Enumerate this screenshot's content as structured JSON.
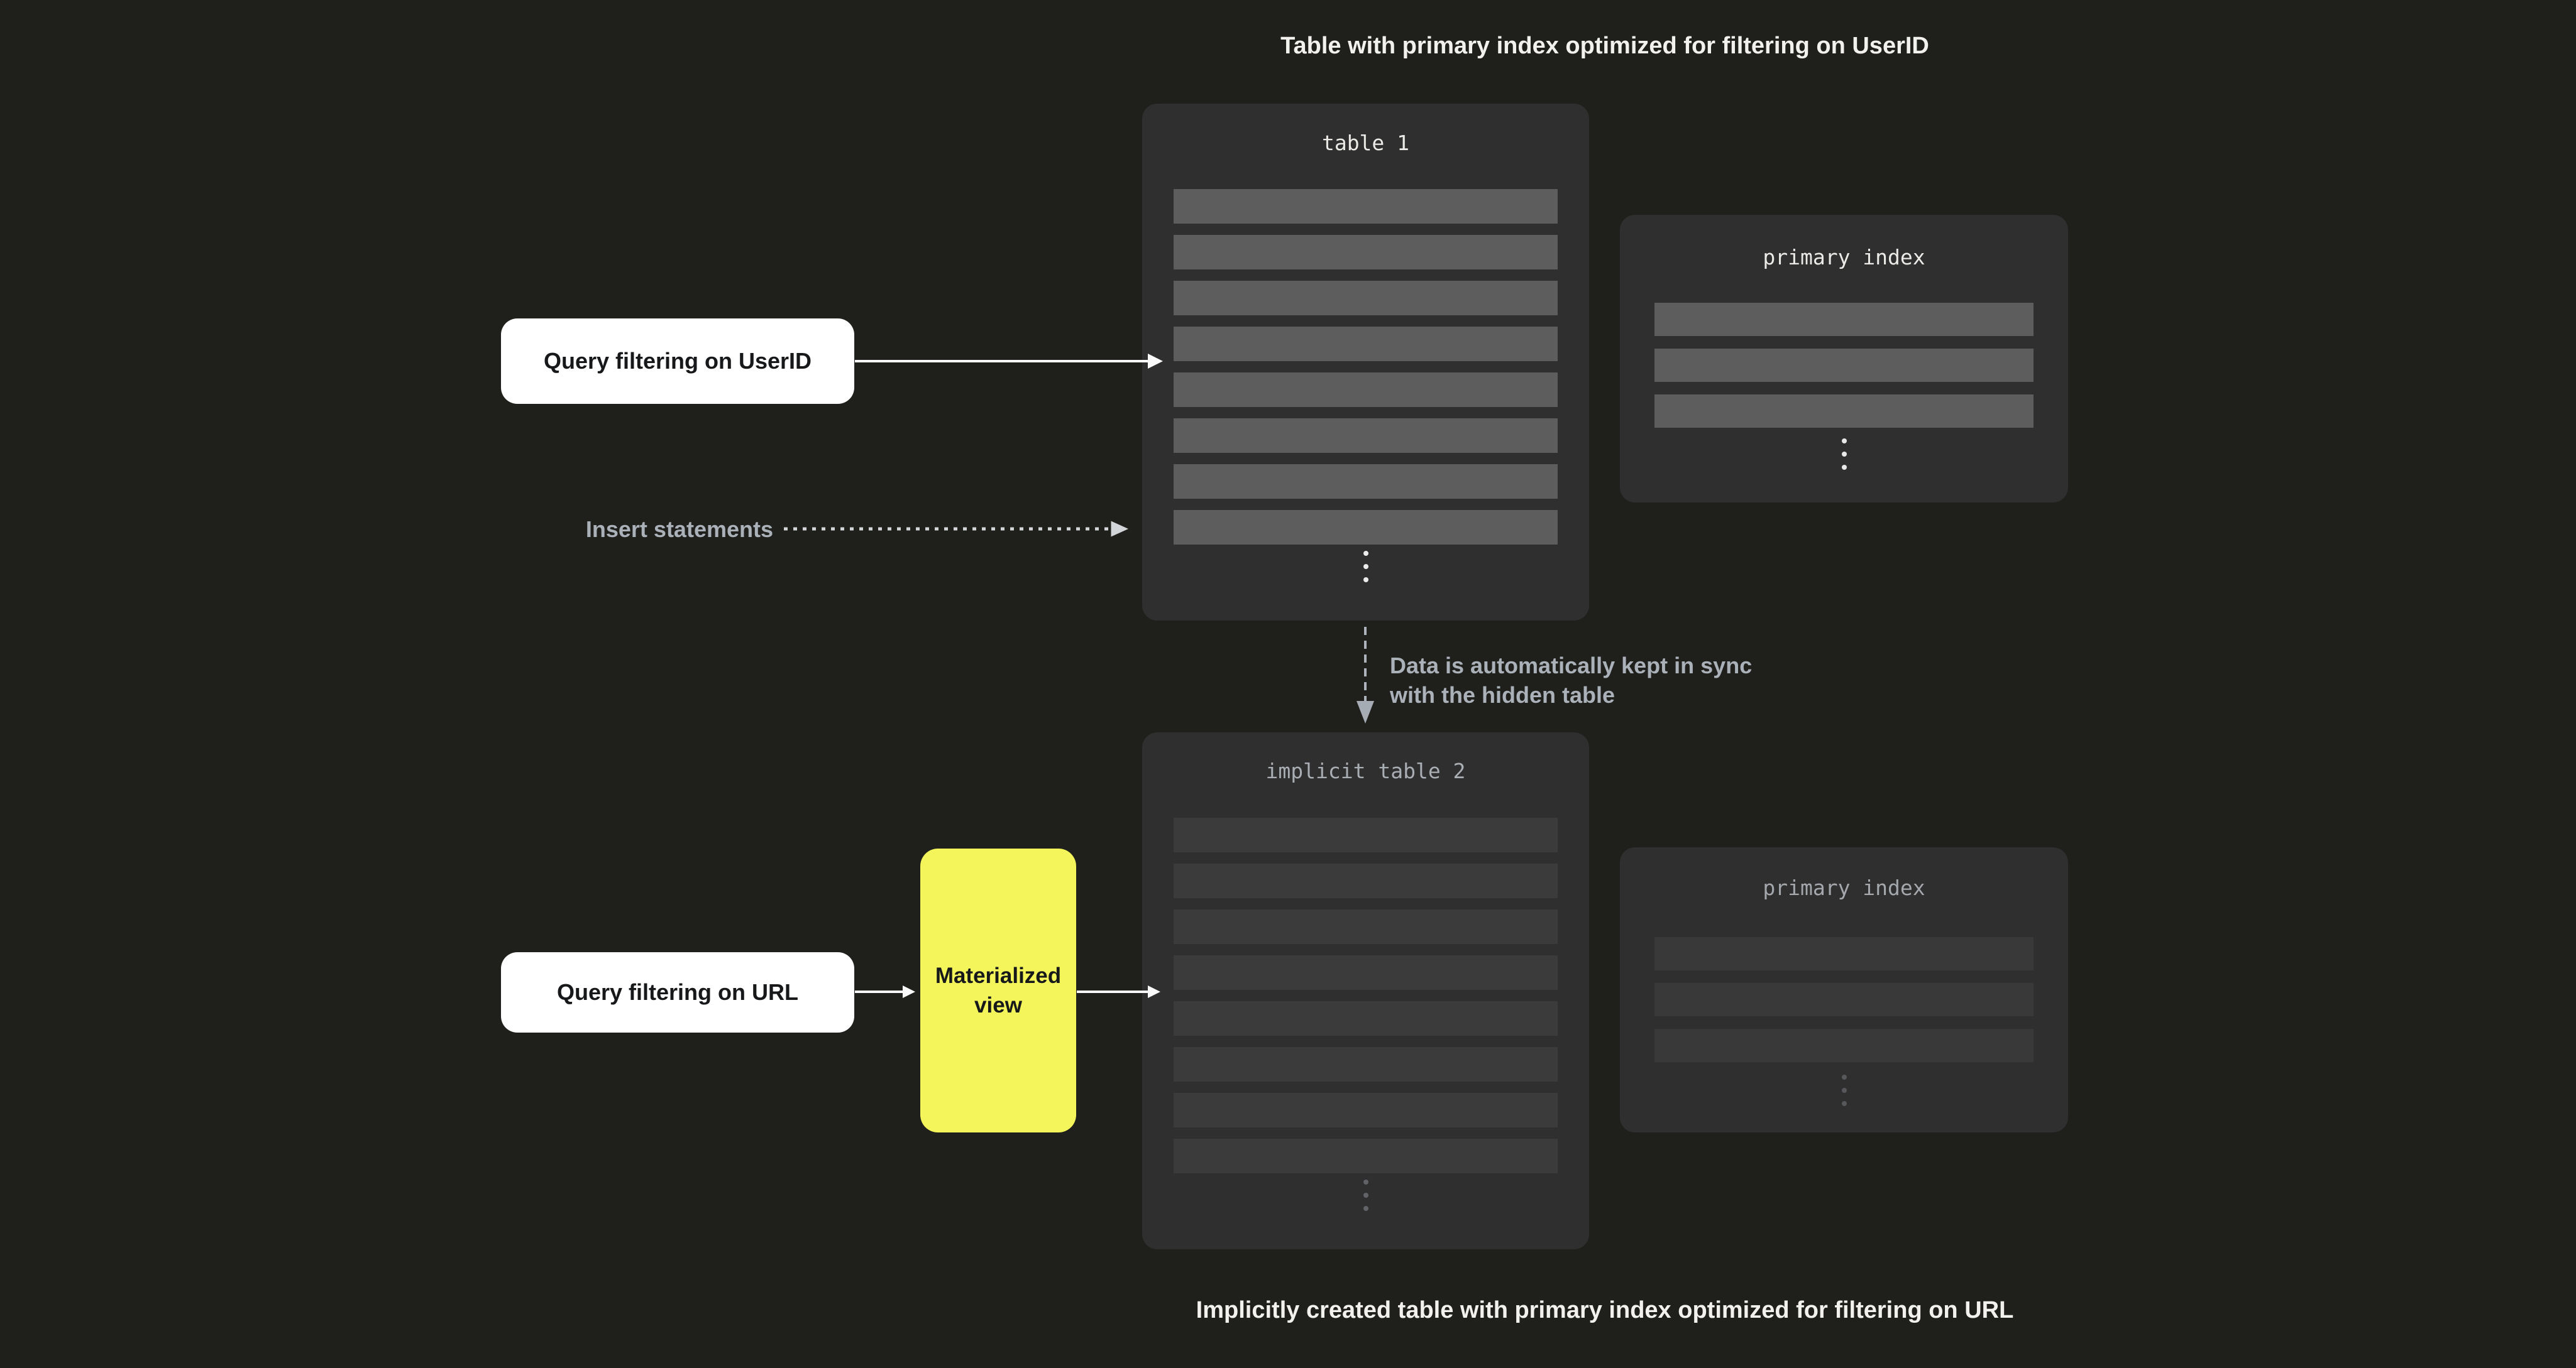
{
  "captions": {
    "top": "Table with primary index optimized for filtering on UserID",
    "bottom": "Implicitly created table with primary index optimized for filtering on URL"
  },
  "panels": {
    "table1": {
      "title": "table 1",
      "row_count": 8
    },
    "primary_index_1": {
      "title": "primary index",
      "row_count": 3
    },
    "table2": {
      "title": "implicit table 2",
      "row_count": 8
    },
    "primary_index_2": {
      "title": "primary index",
      "row_count": 3
    }
  },
  "nodes": {
    "query_userid": {
      "label": "Query filtering on UserID"
    },
    "query_url": {
      "label": "Query filtering on URL"
    },
    "materialized_view": {
      "label": "Materialized view"
    }
  },
  "labels": {
    "insert_statements": "Insert statements",
    "sync_line1": "Data is automatically kept in sync",
    "sync_line2": "with the hidden table"
  },
  "icons": {
    "vertical_ellipsis": "vertical-ellipsis"
  },
  "colors": {
    "bg": "#1f1f1c",
    "panel": "#2f2f2f",
    "row-bright": "#5d5d5d",
    "row-dim": "#3b3b3b",
    "row-dimmer": "#393939",
    "white-text": "#f2f1ee",
    "muted-text": "#abb1b9",
    "yellow": "#f3f55a",
    "btn-text": "#17181a",
    "arrow-white": "#fafafa",
    "arrow-light": "#d3d6d9",
    "arrow-gray": "#adb3ba"
  }
}
